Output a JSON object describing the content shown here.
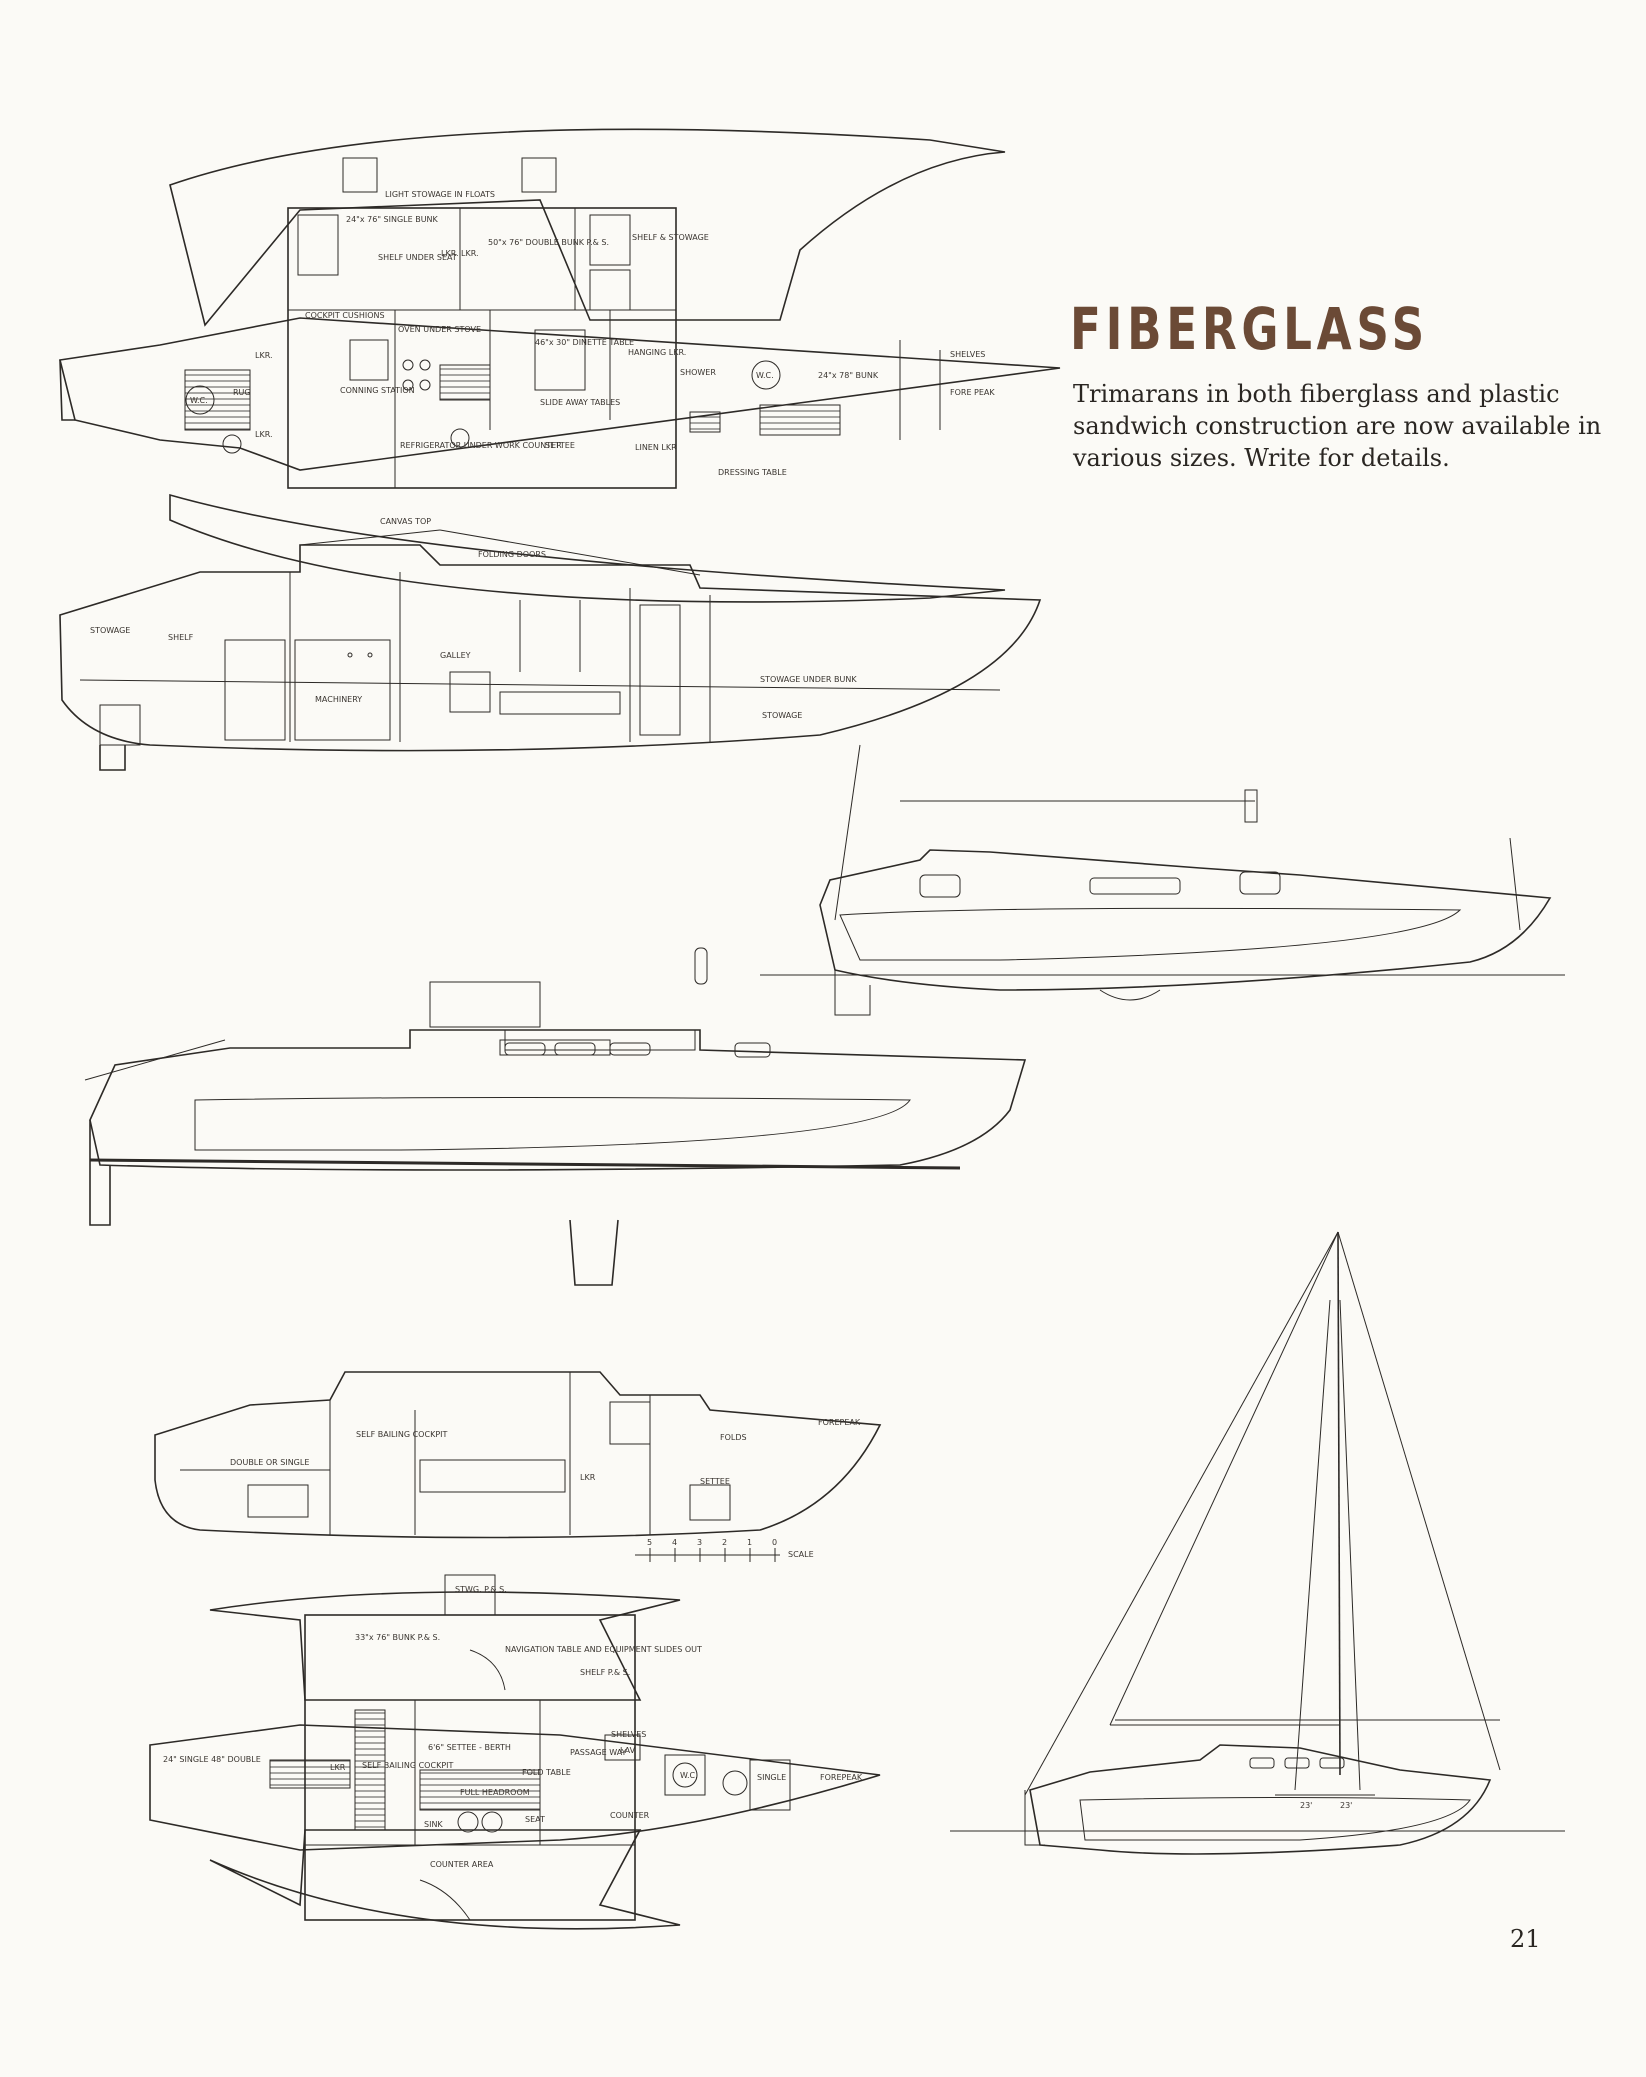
{
  "heading": "FIBERGLASS",
  "blurb": "Trimarans in both fiberglass and plastic sandwich construction are now available in various sizes. Write for details.",
  "page_number": "21",
  "plan1": {
    "light_stowage": "LIGHT STOWAGE IN FLOATS",
    "single_bunk": "24\"x 76\" SINGLE BUNK",
    "shelf_under_seat": "SHELF UNDER SEAT",
    "lkr_a": "LKR.",
    "lkr_b": "LKR.",
    "double_bunk": "50\"x 76\" DOUBLE BUNK P.& S.",
    "shelf_stowage": "SHELF & STOWAGE",
    "cockpit_cushions": "COCKPIT CUSHIONS",
    "oven": "OVEN UNDER STOVE",
    "dinette": "46\"x 30\" DINETTE TABLE",
    "hanging_lkr": "HANGING LKR.",
    "shower": "SHOWER",
    "wc_fwd": "W.C.",
    "fwd_bunk": "24\"x 78\" BUNK",
    "shelves": "SHELVES",
    "fore_peak": "FORE PEAK",
    "lkr_aft_top": "LKR.",
    "lkr_aft_bottom": "LKR.",
    "wc_aft": "W.C.",
    "rug": "RUG",
    "conning_station": "CONNING STATION",
    "slide_tables": "SLIDE AWAY TABLES",
    "refrigerator": "REFRIGERATOR UNDER WORK COUNTER",
    "settee": "SETTEE",
    "linen_lkr": "LINEN LKR",
    "dressing_table": "DRESSING TABLE"
  },
  "profile1": {
    "canvas_top": "CANVAS TOP",
    "folding_doors": "FOLDING DOORS",
    "stowage_aft": "STOWAGE",
    "shelf": "SHELF",
    "galley": "GALLEY",
    "machinery": "MACHINERY",
    "stowage_under_bunk": "STOWAGE UNDER BUNK",
    "stowage_low": "STOWAGE"
  },
  "profile2": {
    "double_or_single": "DOUBLE OR SINGLE",
    "self_bailing": "SELF BAILING COCKPIT",
    "lkr": "LKR",
    "folds": "FOLDS",
    "settee": "SETTEE",
    "forepeak": "FOREPEAK",
    "scale_label": "SCALE",
    "scale_ticks": [
      "5",
      "4",
      "3",
      "2",
      "1",
      "0"
    ]
  },
  "plan2": {
    "stwg": "STWG. P.& S.",
    "bunk": "33\"x 76\" BUNK P.& S.",
    "navigation": "NAVIGATION TABLE AND EQUIPMENT SLIDES OUT",
    "shelf_ps": "SHELF P.& S.",
    "single_double": "24\" SINGLE 48\" DOUBLE",
    "lkr": "LKR",
    "self_bailing": "SELF BAILING COCKPIT",
    "settee_berth": "6'6\" SETTEE - BERTH",
    "fold_table": "FOLD TABLE",
    "full_headroom": "FULL HEADROOM",
    "passage_way": "PASSAGE WAY",
    "shelves": "SHELVES",
    "lav": "LAV",
    "wc": "W.C.",
    "single": "SINGLE",
    "forepeak": "FOREPEAK",
    "sink": "SINK",
    "seat": "SEAT",
    "counter": "COUNTER",
    "counter_area": "COUNTER AREA"
  },
  "sail": {
    "dim_a": "23'",
    "dim_b": "23'"
  }
}
